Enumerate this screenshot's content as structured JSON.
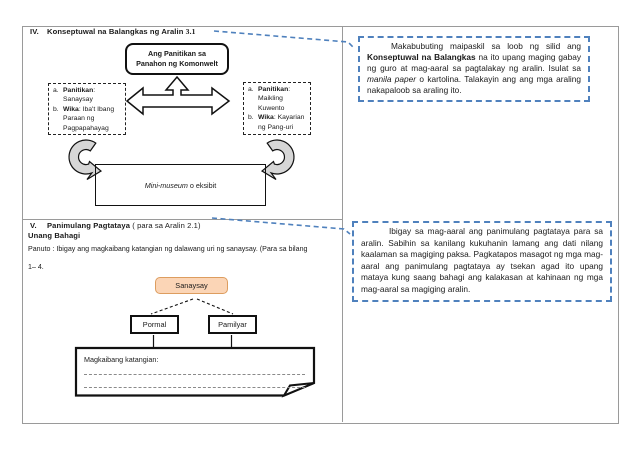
{
  "colors": {
    "accent_blue": "#4f81bd",
    "button_fill": "#fbd5b6",
    "button_border": "#dd9d5f",
    "border_gray": "#9a9a9a"
  },
  "section4": {
    "number": "IV.",
    "title": "Konseptuwal na Balangkas ng Aralin ",
    "title_ref": "3.1",
    "topic_line1": "Ang Panitikan sa",
    "topic_line2": "Panahon ng Komonwelt",
    "left_box": {
      "lines": [
        {
          "m": "a.",
          "b": "Panitikan",
          "r": ":"
        },
        {
          "m": "",
          "r": "Sanaysay"
        },
        {
          "m": "b.",
          "b": "Wika",
          "r": ": Iba't Ibang"
        },
        {
          "m": "",
          "r": "Paraan ng"
        },
        {
          "m": "",
          "r": "Pagpapahayag"
        }
      ]
    },
    "right_box": {
      "lines": [
        {
          "m": "a.",
          "b": "Panitikan",
          "r": ":"
        },
        {
          "m": "",
          "r": "Maikling"
        },
        {
          "m": "",
          "r": "Kuwento"
        },
        {
          "m": "b.",
          "b": "Wika",
          "r": ": Kayarian"
        },
        {
          "m": "",
          "r": "ng Pang-uri"
        }
      ]
    },
    "museum_italic": "Mini-museum",
    "museum_rest": " o eksibit"
  },
  "section5": {
    "number": "V.",
    "title": "Panimulang Pagtataya",
    "title_suffix": " ( para sa Aralin 2.1)",
    "subtitle": "Unang Bahagi",
    "instruction": "Panuto : Ibigay ang magkaibang katangian ng dalawang uri ng sanaysay. (Para sa bilang",
    "instruction_cont": "1– 4.",
    "button_label": "Sanaysay",
    "box_left": "Pormal",
    "box_right": "Pamilyar",
    "note_label": "Magkaibang katangian:"
  },
  "callout1": {
    "lead": "Makabubuting maipaskil sa loob ng silid ang ",
    "bold": "Konseptuwal na Balangkas",
    "mid": " na ito upang maging gabay ng guro at mag-aaral sa pagtalakay ng aralin. Isulat sa ",
    "italic": "manila paper",
    "tail": " o kartolina. Talakayin ang ang mga araling nakapaloob sa araling ito."
  },
  "callout2": {
    "text": "Ibigay sa mag-aaral ang panimulang pagtataya para sa aralin. Sabihin sa kanilang kukuhanin lamang ang dati nilang kaalaman sa magiging paksa. Pagkatapos masagot ng mga mag-aaral ang panimulang pagtataya ay tsekan agad ito upang mataya kung saang bahagi ang kalakasan at kahinaan ng mga mag-aaral sa magiging aralin."
  }
}
